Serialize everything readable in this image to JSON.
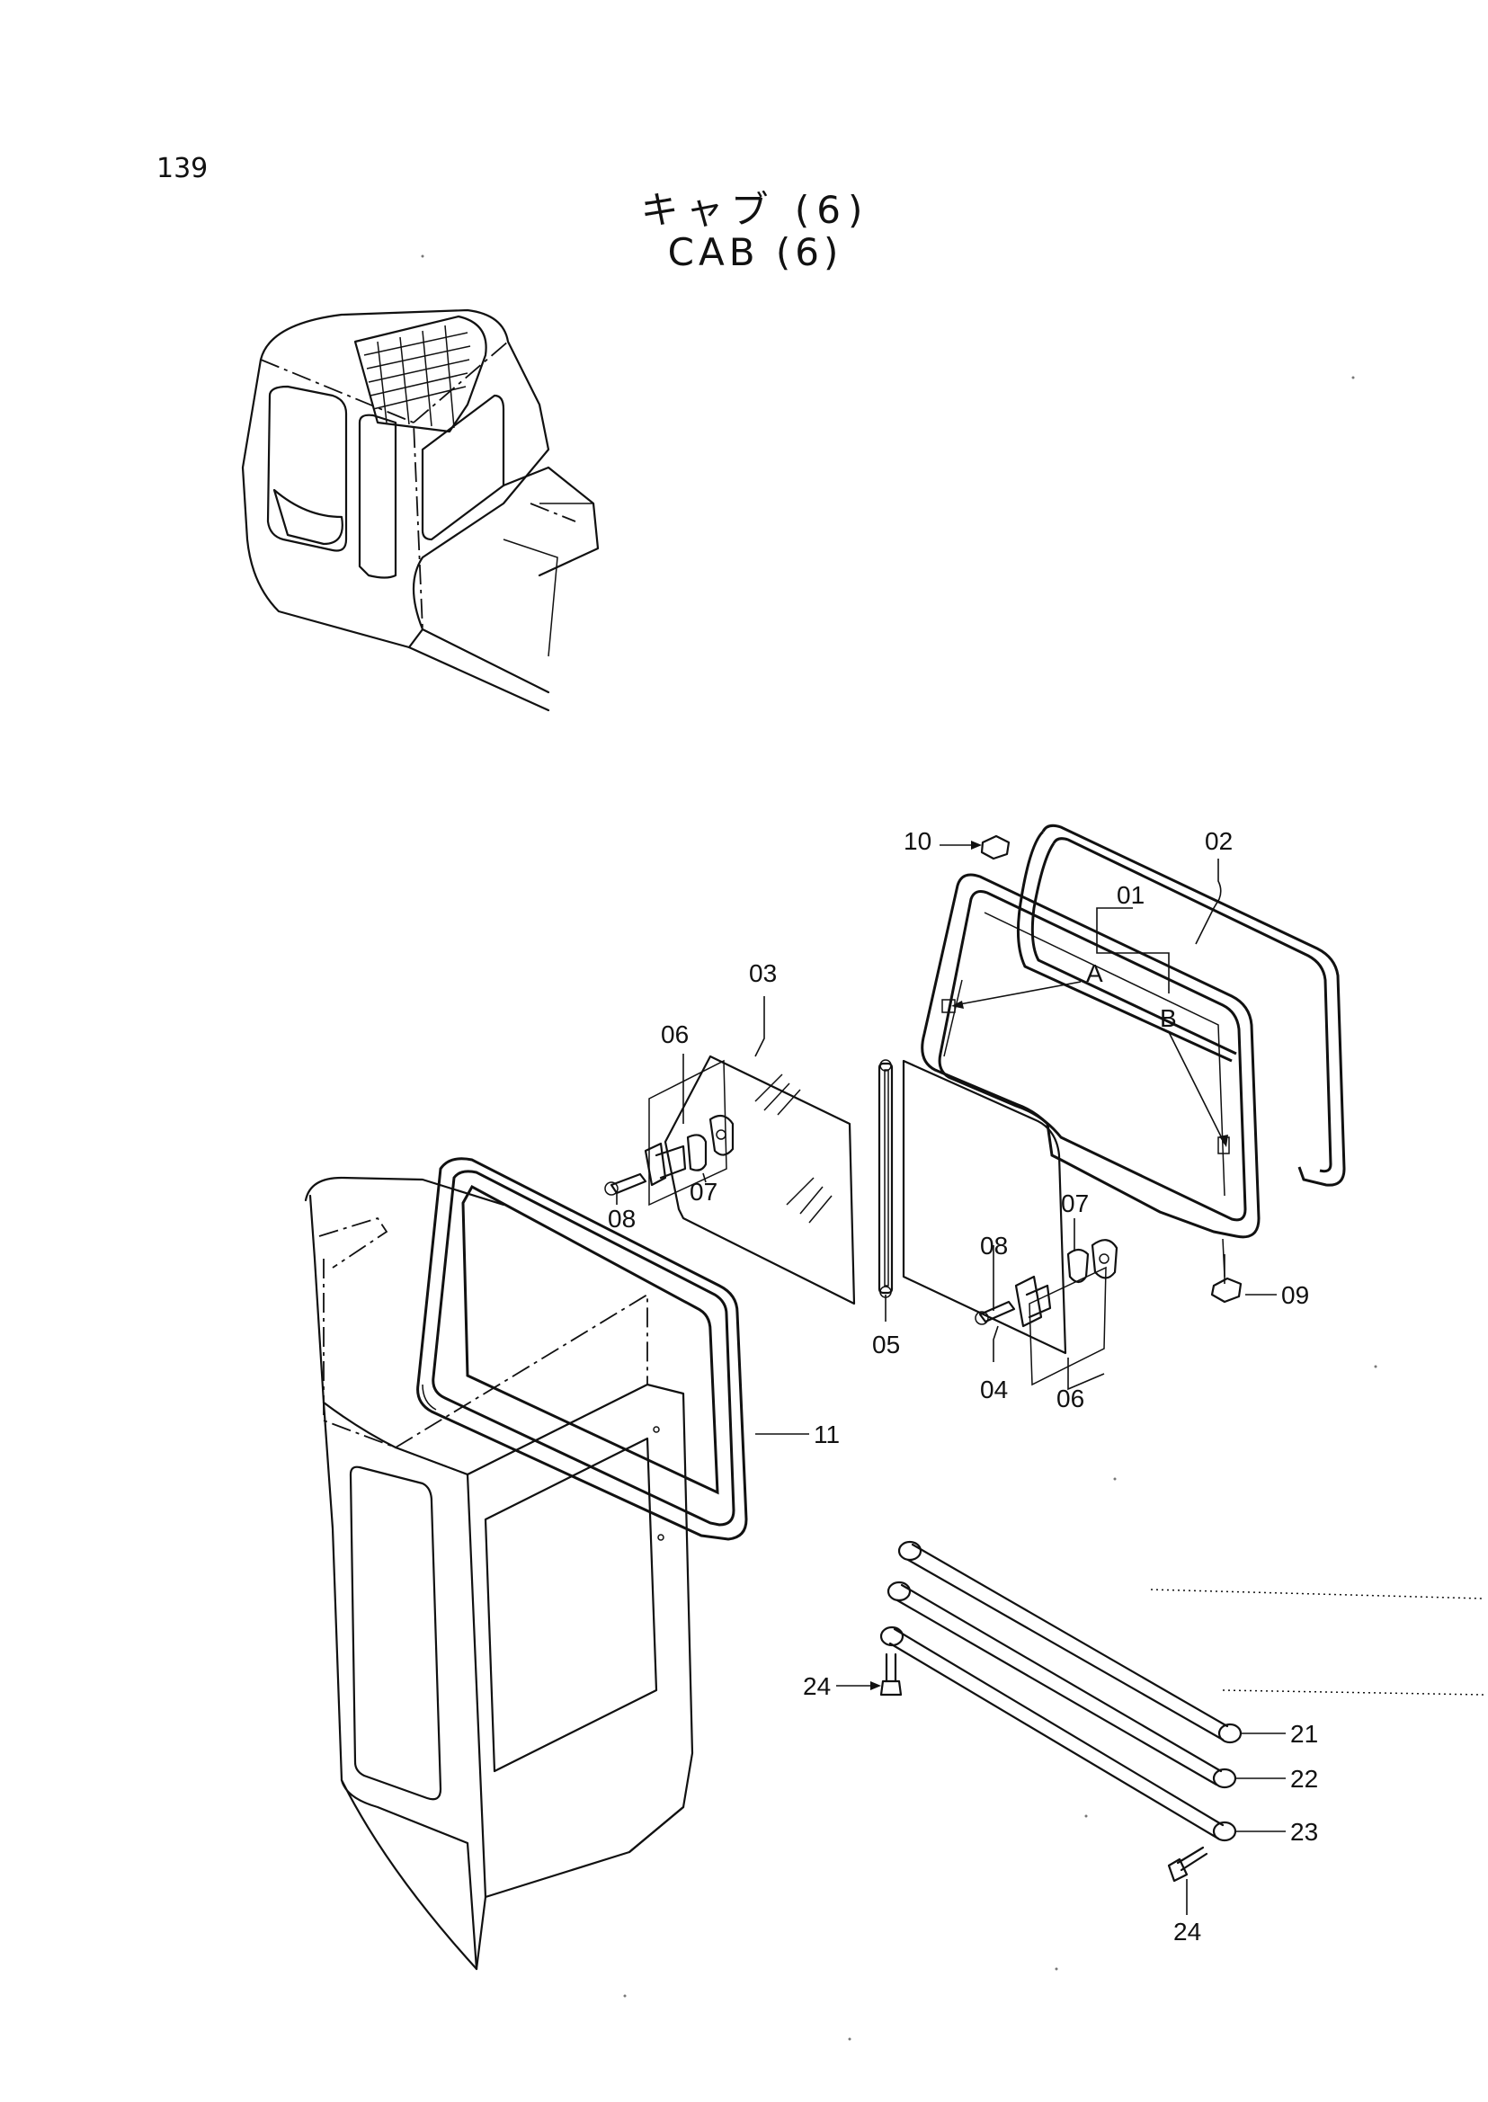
{
  "page": {
    "page_number": "139",
    "title_jp": "キャブ (6)",
    "title_en": "CAB (6)"
  },
  "callouts": {
    "c10": "10",
    "c02": "02",
    "c01": "01",
    "cA": "A",
    "cB": "B",
    "c03": "03",
    "c06a": "06",
    "c07a": "07",
    "c08a": "08",
    "c05": "05",
    "c08b": "08",
    "c07b": "07",
    "c04": "04",
    "c06b": "06",
    "c09": "09",
    "c11": "11",
    "c21": "21",
    "c22": "22",
    "c23": "23",
    "c24a": "24",
    "c24b": "24"
  }
}
